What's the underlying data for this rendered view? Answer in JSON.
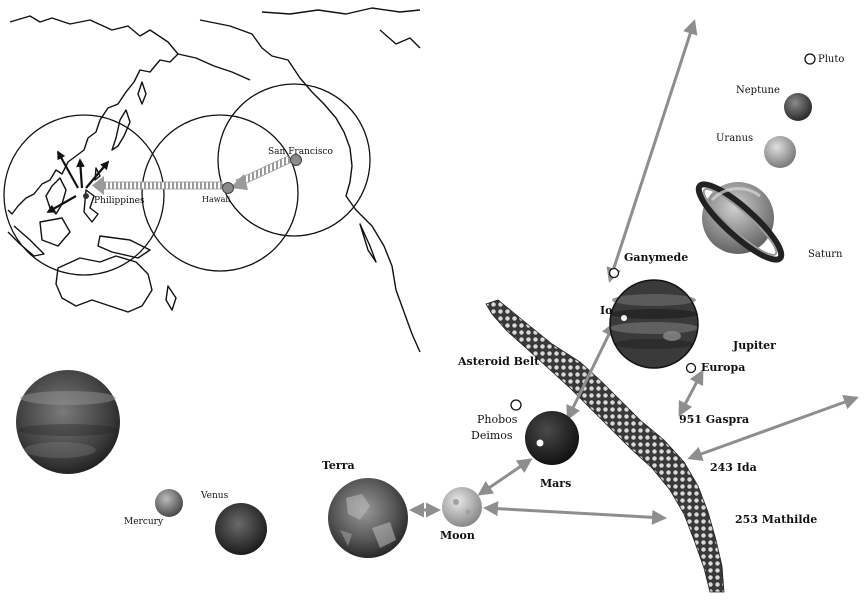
{
  "map_labels": {
    "philippines": "Philippines",
    "hawaii": "Hawaii",
    "san_francisco": "San Francisco"
  },
  "bodies": {
    "pluto": "Pluto",
    "neptune": "Neptune",
    "uranus": "Uranus",
    "saturn": "Saturn",
    "ganymede": "Ganymede",
    "io": "Io",
    "jupiter": "Jupiter",
    "europa": "Europa",
    "asteroid_belt": "Asteroid Belt",
    "phobos": "Phobos",
    "deimos": "Deimos",
    "gaspra": "951 Gaspra",
    "mars": "Mars",
    "ida": "243 Ida",
    "terra": "Terra",
    "moon": "Moon",
    "mathilde": "253 Mathilde",
    "mercury": "Mercury",
    "venus": "Venus"
  },
  "colors": {
    "ink": "#111111",
    "route_arrow": "#9a9a9a",
    "space_arrow": "#8e8e8e"
  }
}
